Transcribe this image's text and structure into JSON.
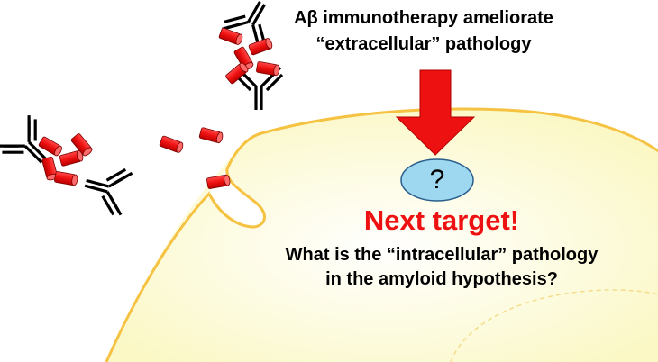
{
  "header": {
    "line1": "Aβ immunotherapy ameliorate",
    "line2": "“extracellular” pathology"
  },
  "callout": {
    "placeholder": "?",
    "next_target": "Next target!",
    "question_line1": "What is the “intracellular” pathology",
    "question_line2": "in the amyloid hypothesis?"
  },
  "colors": {
    "cell_fill": "#fbf8c6",
    "cell_outline": "#f5c242",
    "amyloid": "#ee1111",
    "arrow": "#ee1111",
    "ellipse_fill": "#9ed8f0",
    "ellipse_stroke": "#2a5d8c",
    "headline": "#ee1111"
  },
  "icons": {
    "antibody": "y-shaped-antibody-icon",
    "amyloid_fibril": "red-cylinder-icon",
    "arrow": "down-arrow-icon"
  }
}
